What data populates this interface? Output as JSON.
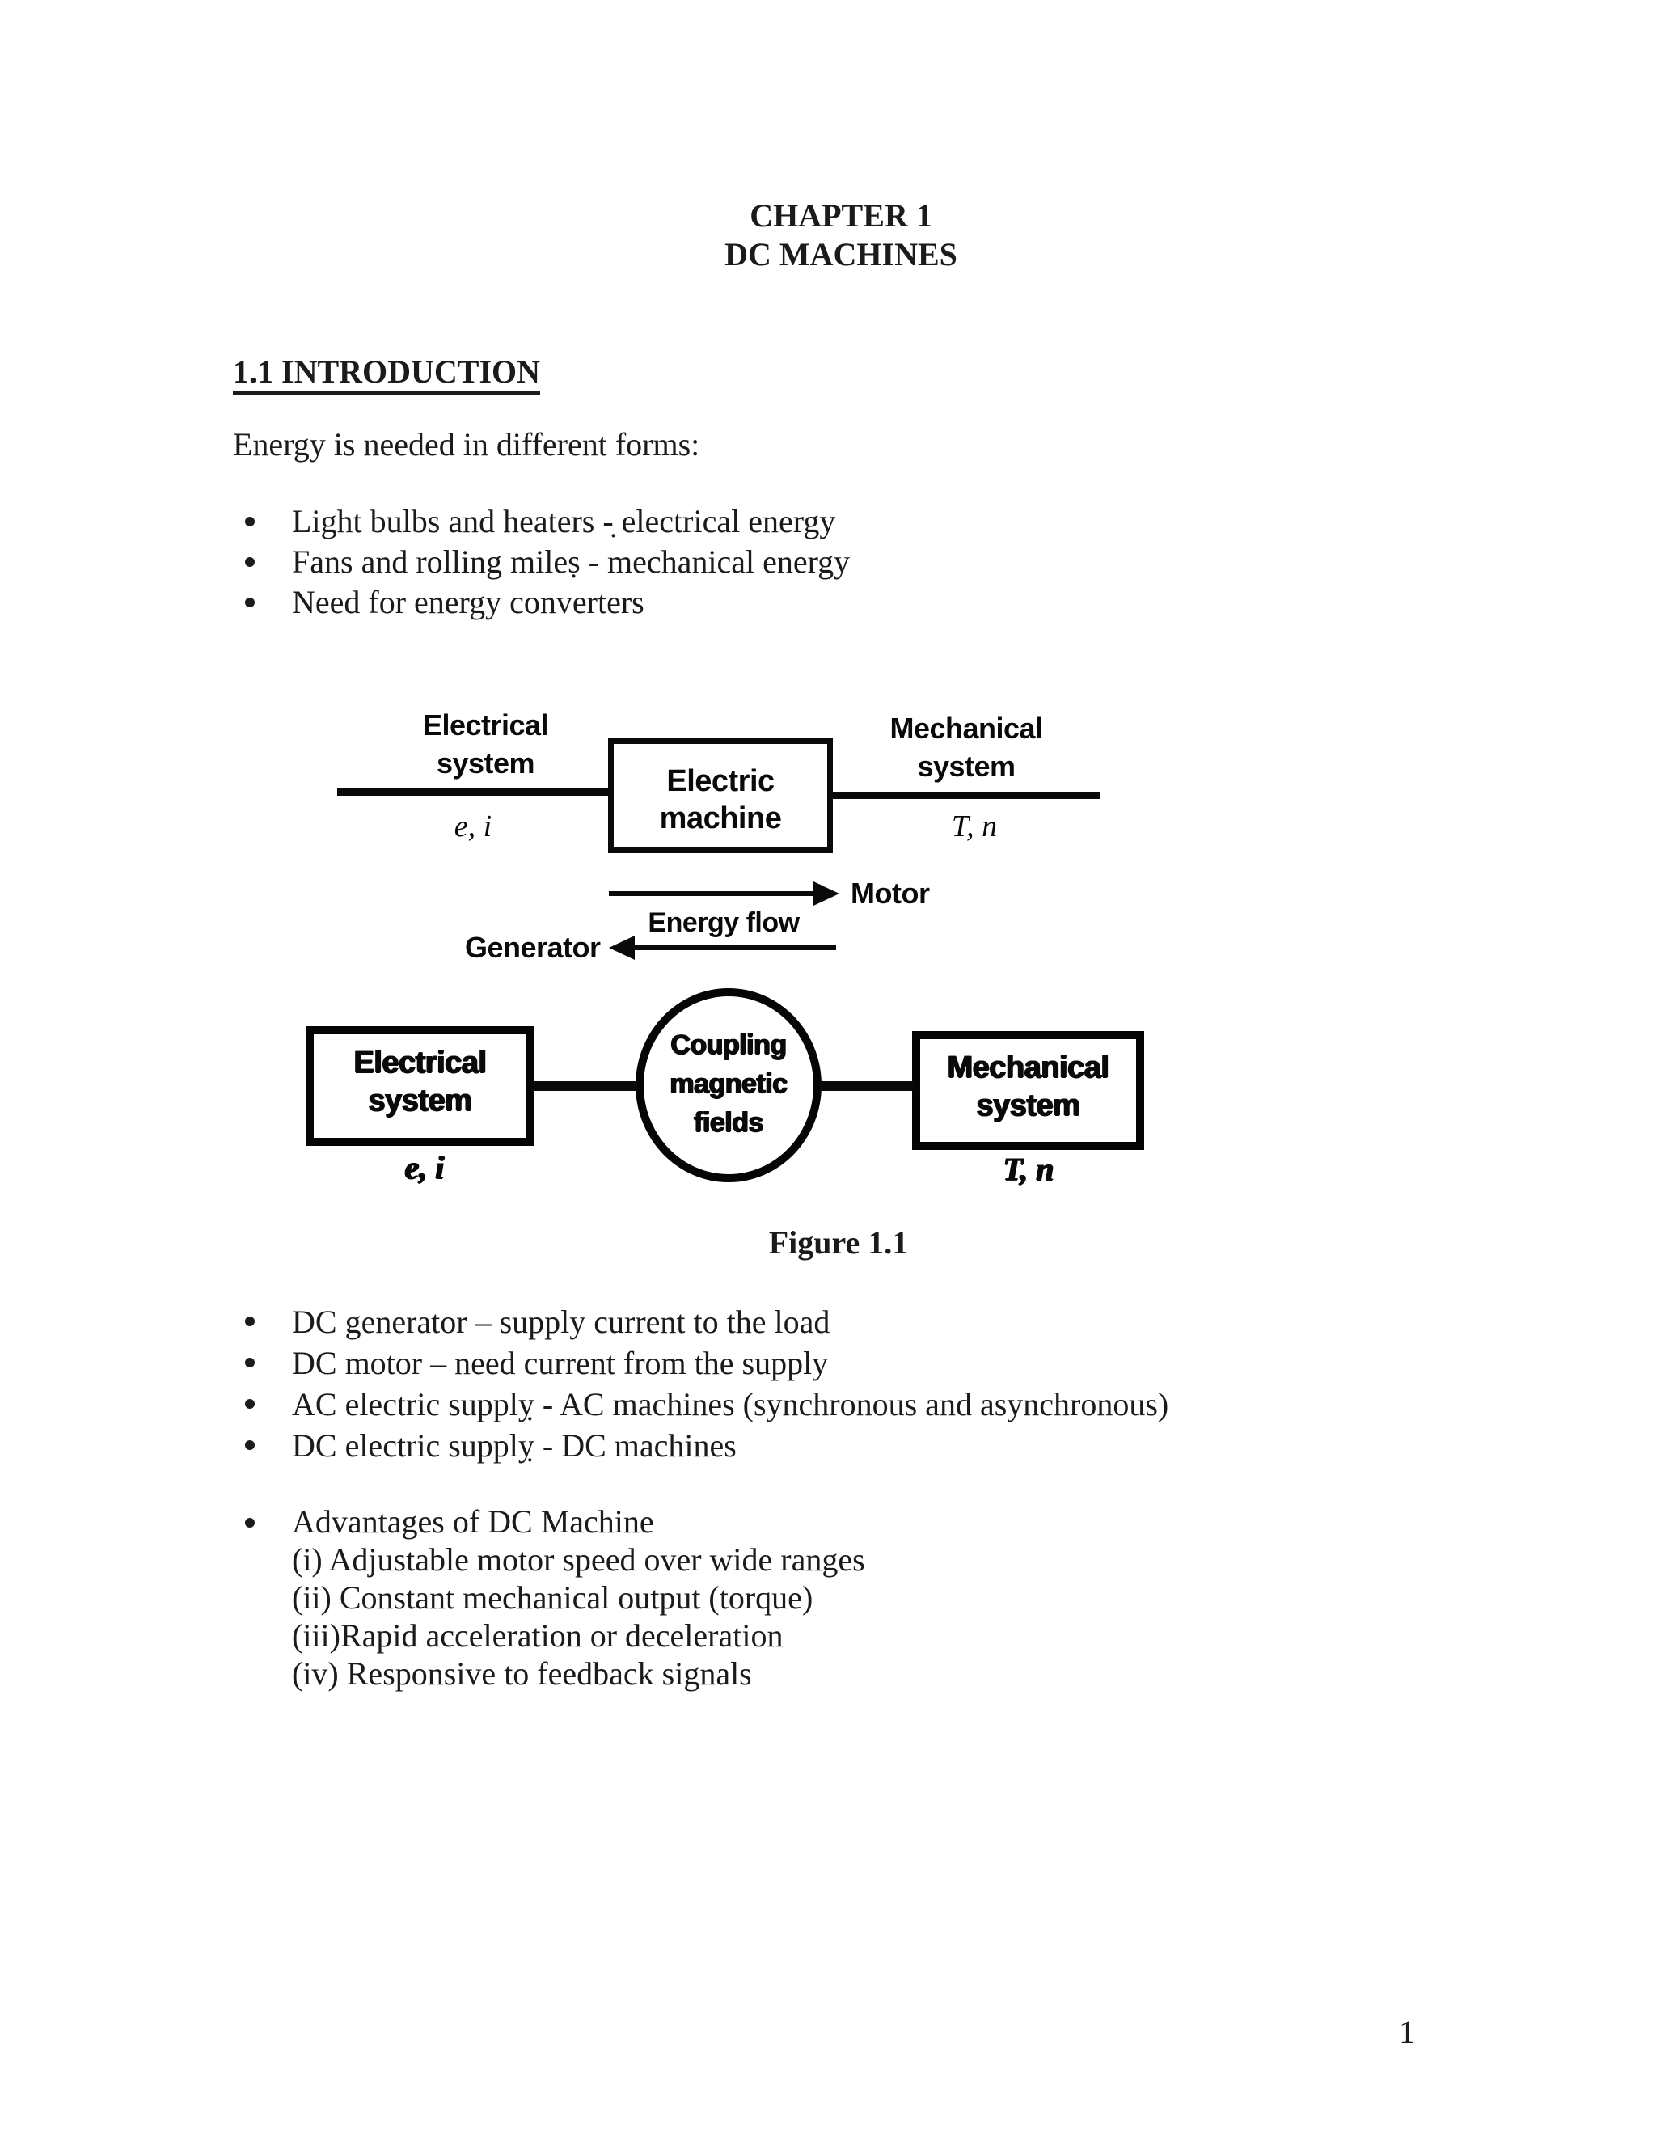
{
  "colors": {
    "ink": "#1b1b1b",
    "figure_ink": "#0a0a0a",
    "paper": "#ffffff"
  },
  "doc": {
    "title_lines": [
      "CHAPTER 1",
      "DC MACHINES"
    ],
    "section_heading": "1.1 INTRODUCTION",
    "intro": "Energy is needed in different forms:",
    "energy_bullets": [
      "Light bulbs and heaters -̣ electrical energy",
      "Fans and rolling mileṣ - mechanical energy",
      "Need for energy converters"
    ],
    "machine_bullets": [
      "DC generator – supply current to the load",
      "DC motor – need current from the supply",
      "AC electric supplỵ - AC machines (synchronous and asynchronous)",
      "DC electric supplỵ - DC machines"
    ],
    "advantages_heading": "Advantages of DC Machine",
    "advantages_items": [
      "(i) Adjustable motor speed over wide ranges",
      "(ii) Constant mechanical output (torque)",
      "(iii)Rapid acceleration or deceleration",
      "(iv) Responsive to feedback signals"
    ],
    "page_number": "1"
  },
  "figure": {
    "caption": "Figure 1.1",
    "top_diagram": {
      "left_label_line1": "Electrical",
      "left_label_line2": "system",
      "left_sub": "e, i",
      "box_line1": "Electric",
      "box_line2": "machine",
      "right_label_line1": "Mechanical",
      "right_label_line2": "system",
      "right_sub": "T, n"
    },
    "energy_flow": {
      "motor_label": "Motor",
      "flow_label": "Energy flow",
      "generator_label": "Generator"
    },
    "bottom_diagram": {
      "left_box_line1": "Electrical",
      "left_box_line2": "system",
      "left_sub": "e, i",
      "ellipse_line1": "Coupling",
      "ellipse_line2": "magnetic",
      "ellipse_line3": "fields",
      "right_box_line1": "Mechanical",
      "right_box_line2": "system",
      "right_sub": "T, n"
    }
  }
}
